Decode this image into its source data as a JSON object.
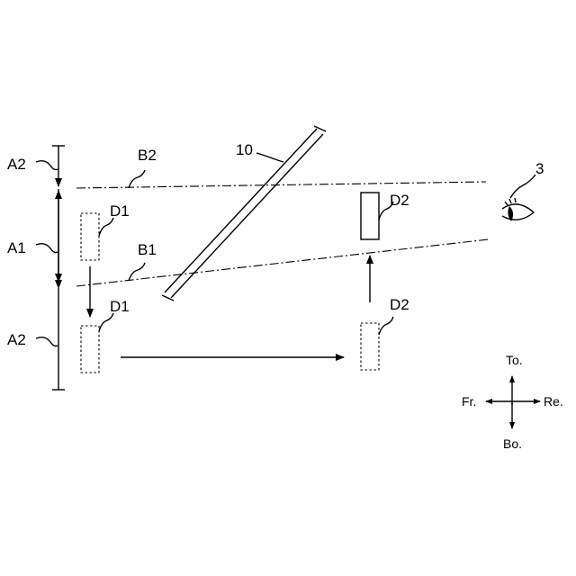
{
  "labels": {
    "mirror": "10",
    "viewer": "3",
    "b2": "B2",
    "b1": "B1",
    "a2_top": "A2",
    "a1": "A1",
    "a2_bottom": "A2",
    "d1_top": "D1",
    "d1_bottom": "D1",
    "d2_top": "D2",
    "d2_bottom": "D2"
  },
  "directions": {
    "top": "To.",
    "bottom": "Bo.",
    "front": "Fr.",
    "rear": "Re."
  }
}
